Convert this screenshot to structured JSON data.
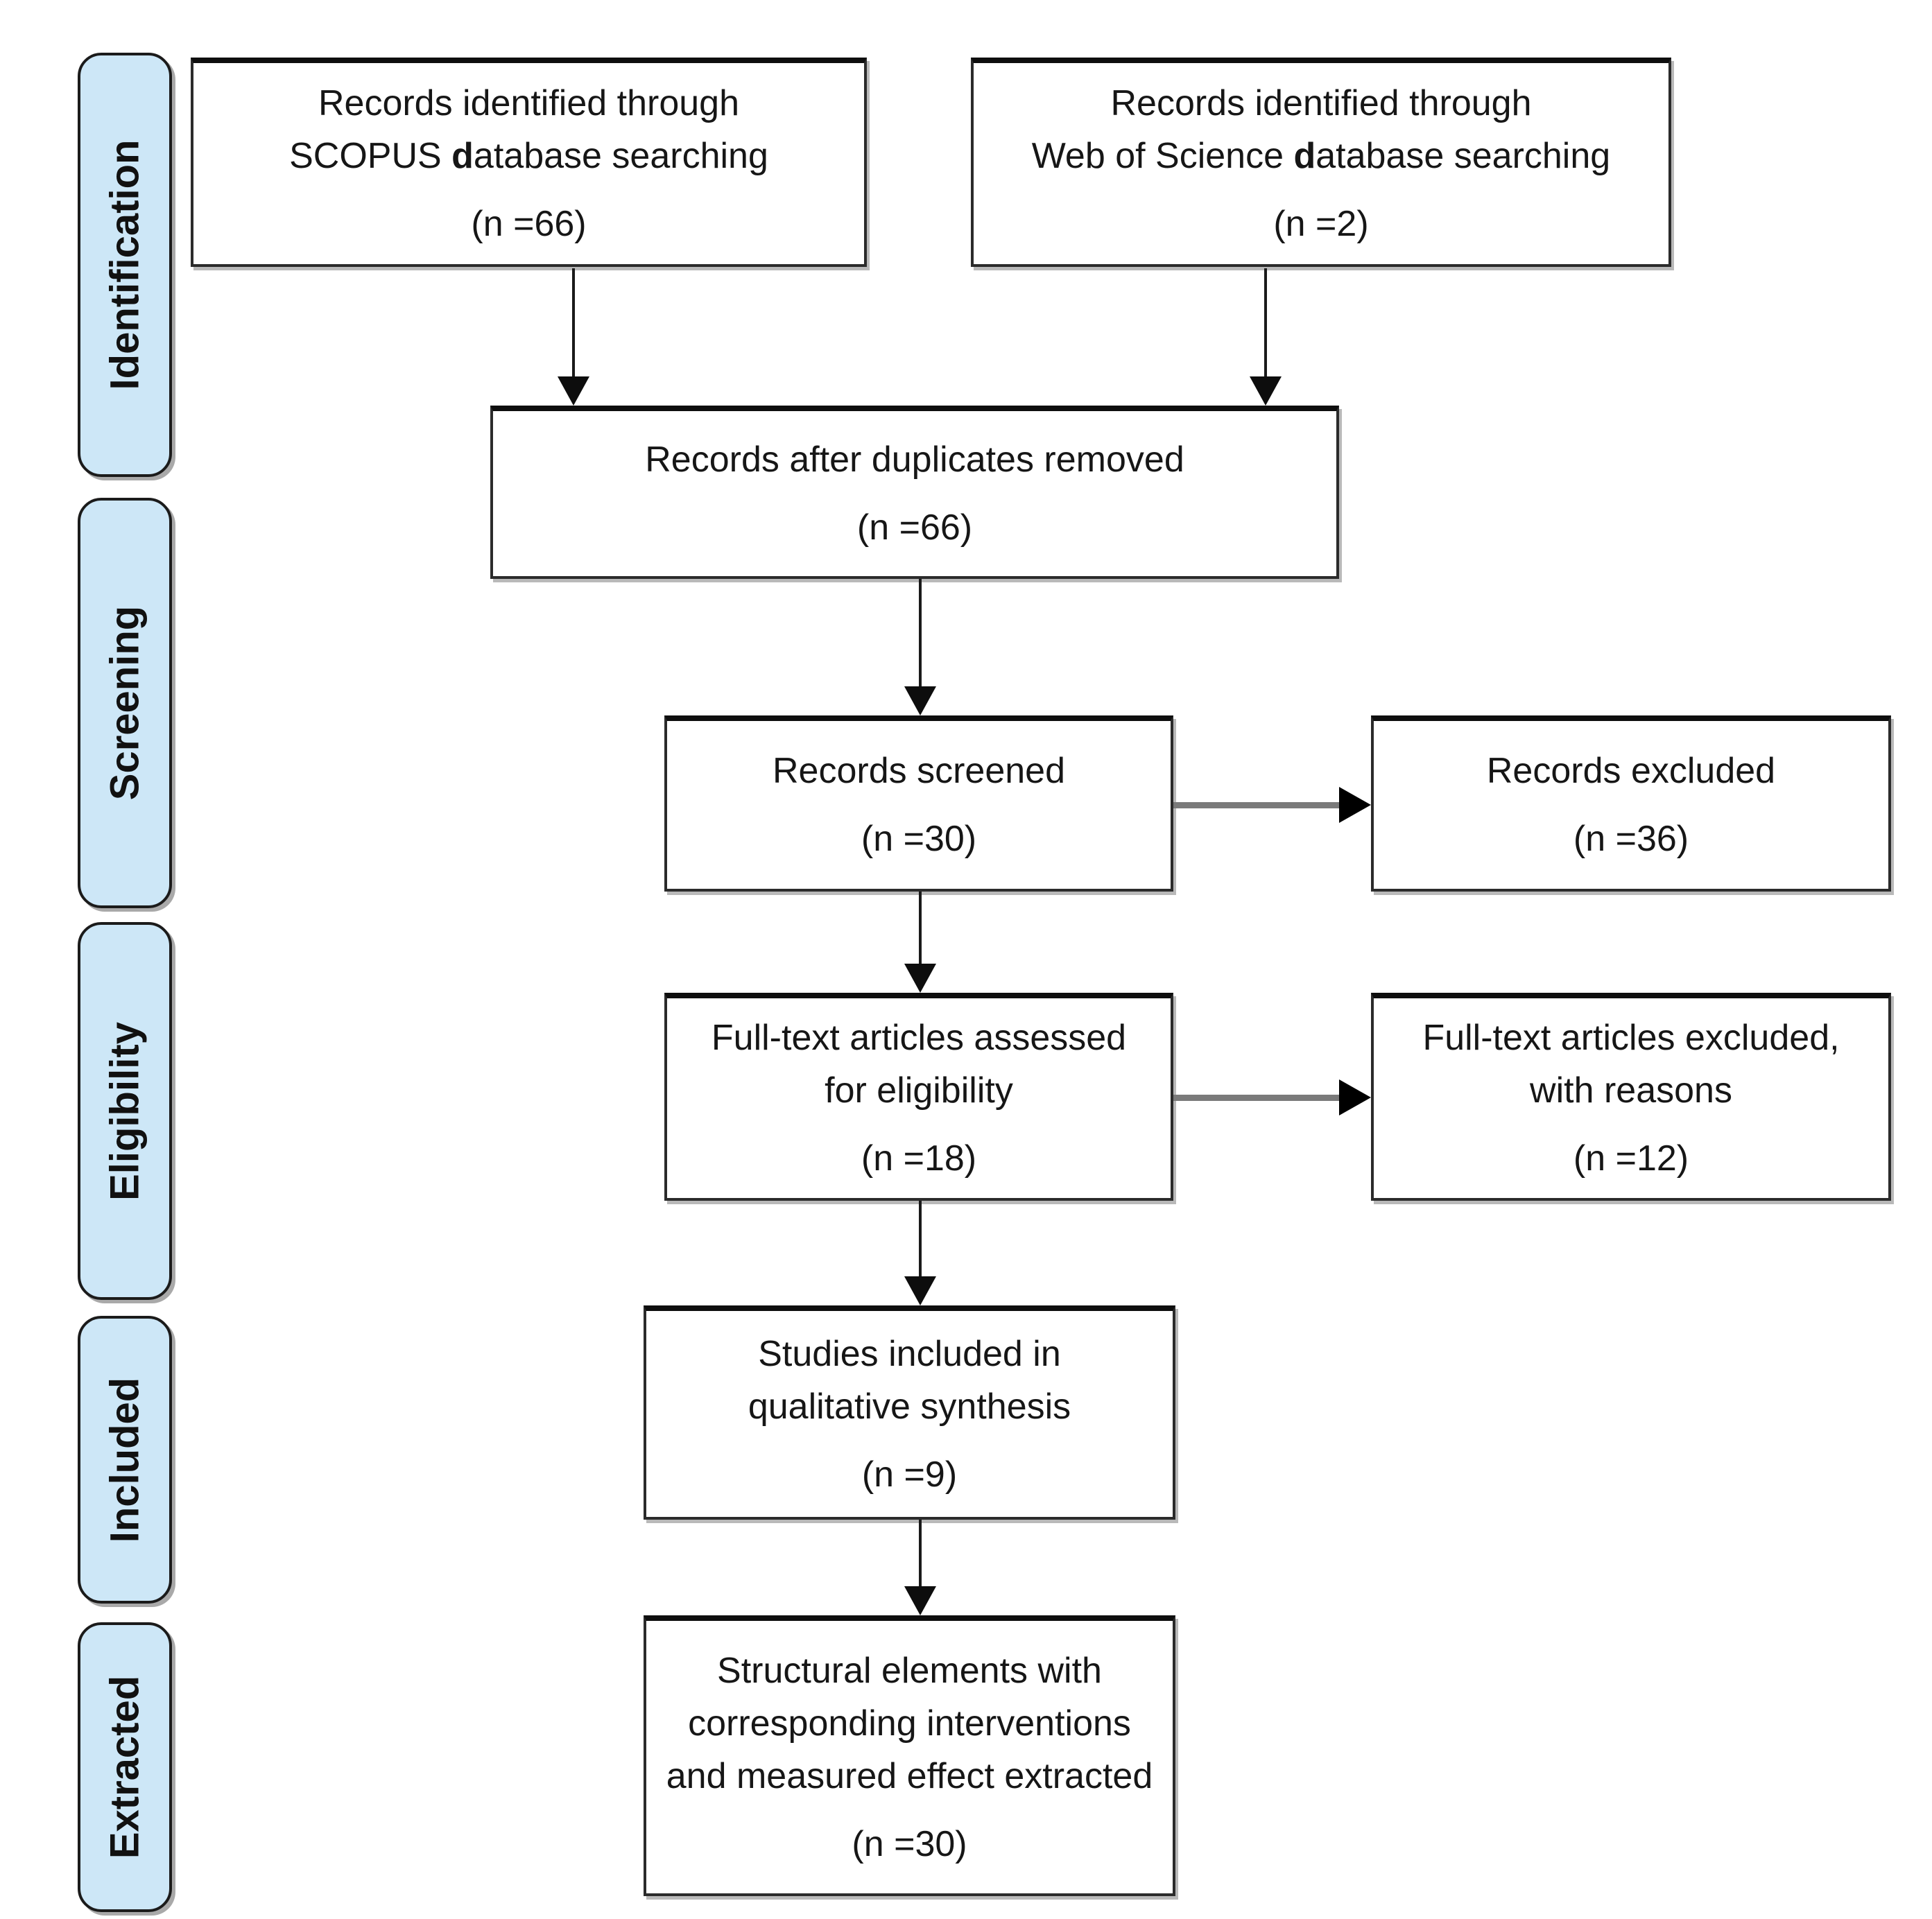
{
  "diagram_type": "prisma-flow-diagram",
  "colors": {
    "stage_fill": "#cde7f7",
    "stage_border": "#1b1b1b",
    "box_border": "#2b2b2b",
    "arrow_dark": "#0d0d0d",
    "arrow_gray": "#7a7a7a",
    "text": "#161616"
  },
  "stages": [
    {
      "label": "Identification"
    },
    {
      "label": "Screening"
    },
    {
      "label": "Eligibility"
    },
    {
      "label": "Included"
    },
    {
      "label": "Extracted"
    }
  ],
  "boxes": [
    {
      "id": "records-scopus",
      "lines": [
        "Records identified through",
        {
          "pre": "SCOPUS ",
          "bold": "d",
          "post": "atabase searching"
        }
      ],
      "count": "(n =66)"
    },
    {
      "id": "records-web-of-science",
      "lines": [
        "Records identified through",
        {
          "pre": "Web of Science ",
          "bold": "d",
          "post": "atabase searching"
        }
      ],
      "count": "(n =2)"
    },
    {
      "id": "duplicates-removed",
      "lines": [
        "Records after duplicates removed"
      ],
      "count": "(n =66)"
    },
    {
      "id": "records-screened",
      "lines": [
        "Records screened"
      ],
      "count": "(n =30)"
    },
    {
      "id": "records-excluded",
      "lines": [
        "Records excluded"
      ],
      "count": "(n =36)"
    },
    {
      "id": "fulltext-assessed",
      "lines": [
        "Full-text articles assessed",
        "for eligibility"
      ],
      "count": "(n =18)"
    },
    {
      "id": "fulltext-excluded",
      "lines": [
        "Full-text articles excluded,",
        "with reasons"
      ],
      "count": "(n =12)"
    },
    {
      "id": "qualitative-synthesis",
      "lines": [
        "Studies included in",
        "qualitative synthesis"
      ],
      "count": "(n =9)"
    },
    {
      "id": "elements-extracted",
      "lines": [
        "Structural elements with",
        "corresponding interventions",
        "and measured effect extracted"
      ],
      "count": "(n =30)"
    }
  ]
}
